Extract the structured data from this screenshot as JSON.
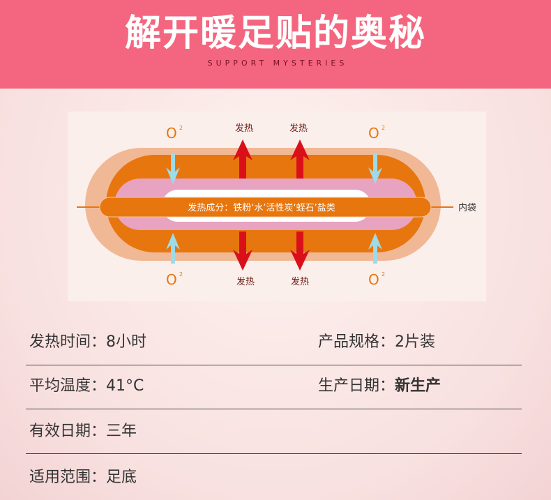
{
  "header": {
    "title": "解开暖足贴的奥秘",
    "subtitle": "SUPPORT MYSTERIES"
  },
  "diagram": {
    "oxygen": "O",
    "oxygen_sup": "2",
    "heat": "发热",
    "ingredients": "发热成分：铁粉‘水’活性炭‘蛭石’盐类",
    "inner_bag": "内袋",
    "colors": {
      "outer": "#f1b896",
      "orange": "#e8760e",
      "pink": "#e8a3c0",
      "red": "#d9101a",
      "blue": "#9ddbe8"
    }
  },
  "specs": [
    {
      "label": "发热时间：",
      "value": "8小时"
    },
    {
      "label": "产品规格：",
      "value": "2片装"
    },
    {
      "label": "平均温度：",
      "value": "41°C"
    },
    {
      "label": "生产日期：",
      "value": "新生产"
    },
    {
      "label": "有效日期：",
      "value": "三年"
    },
    {
      "label": "适用范围：",
      "value": "足底"
    }
  ]
}
